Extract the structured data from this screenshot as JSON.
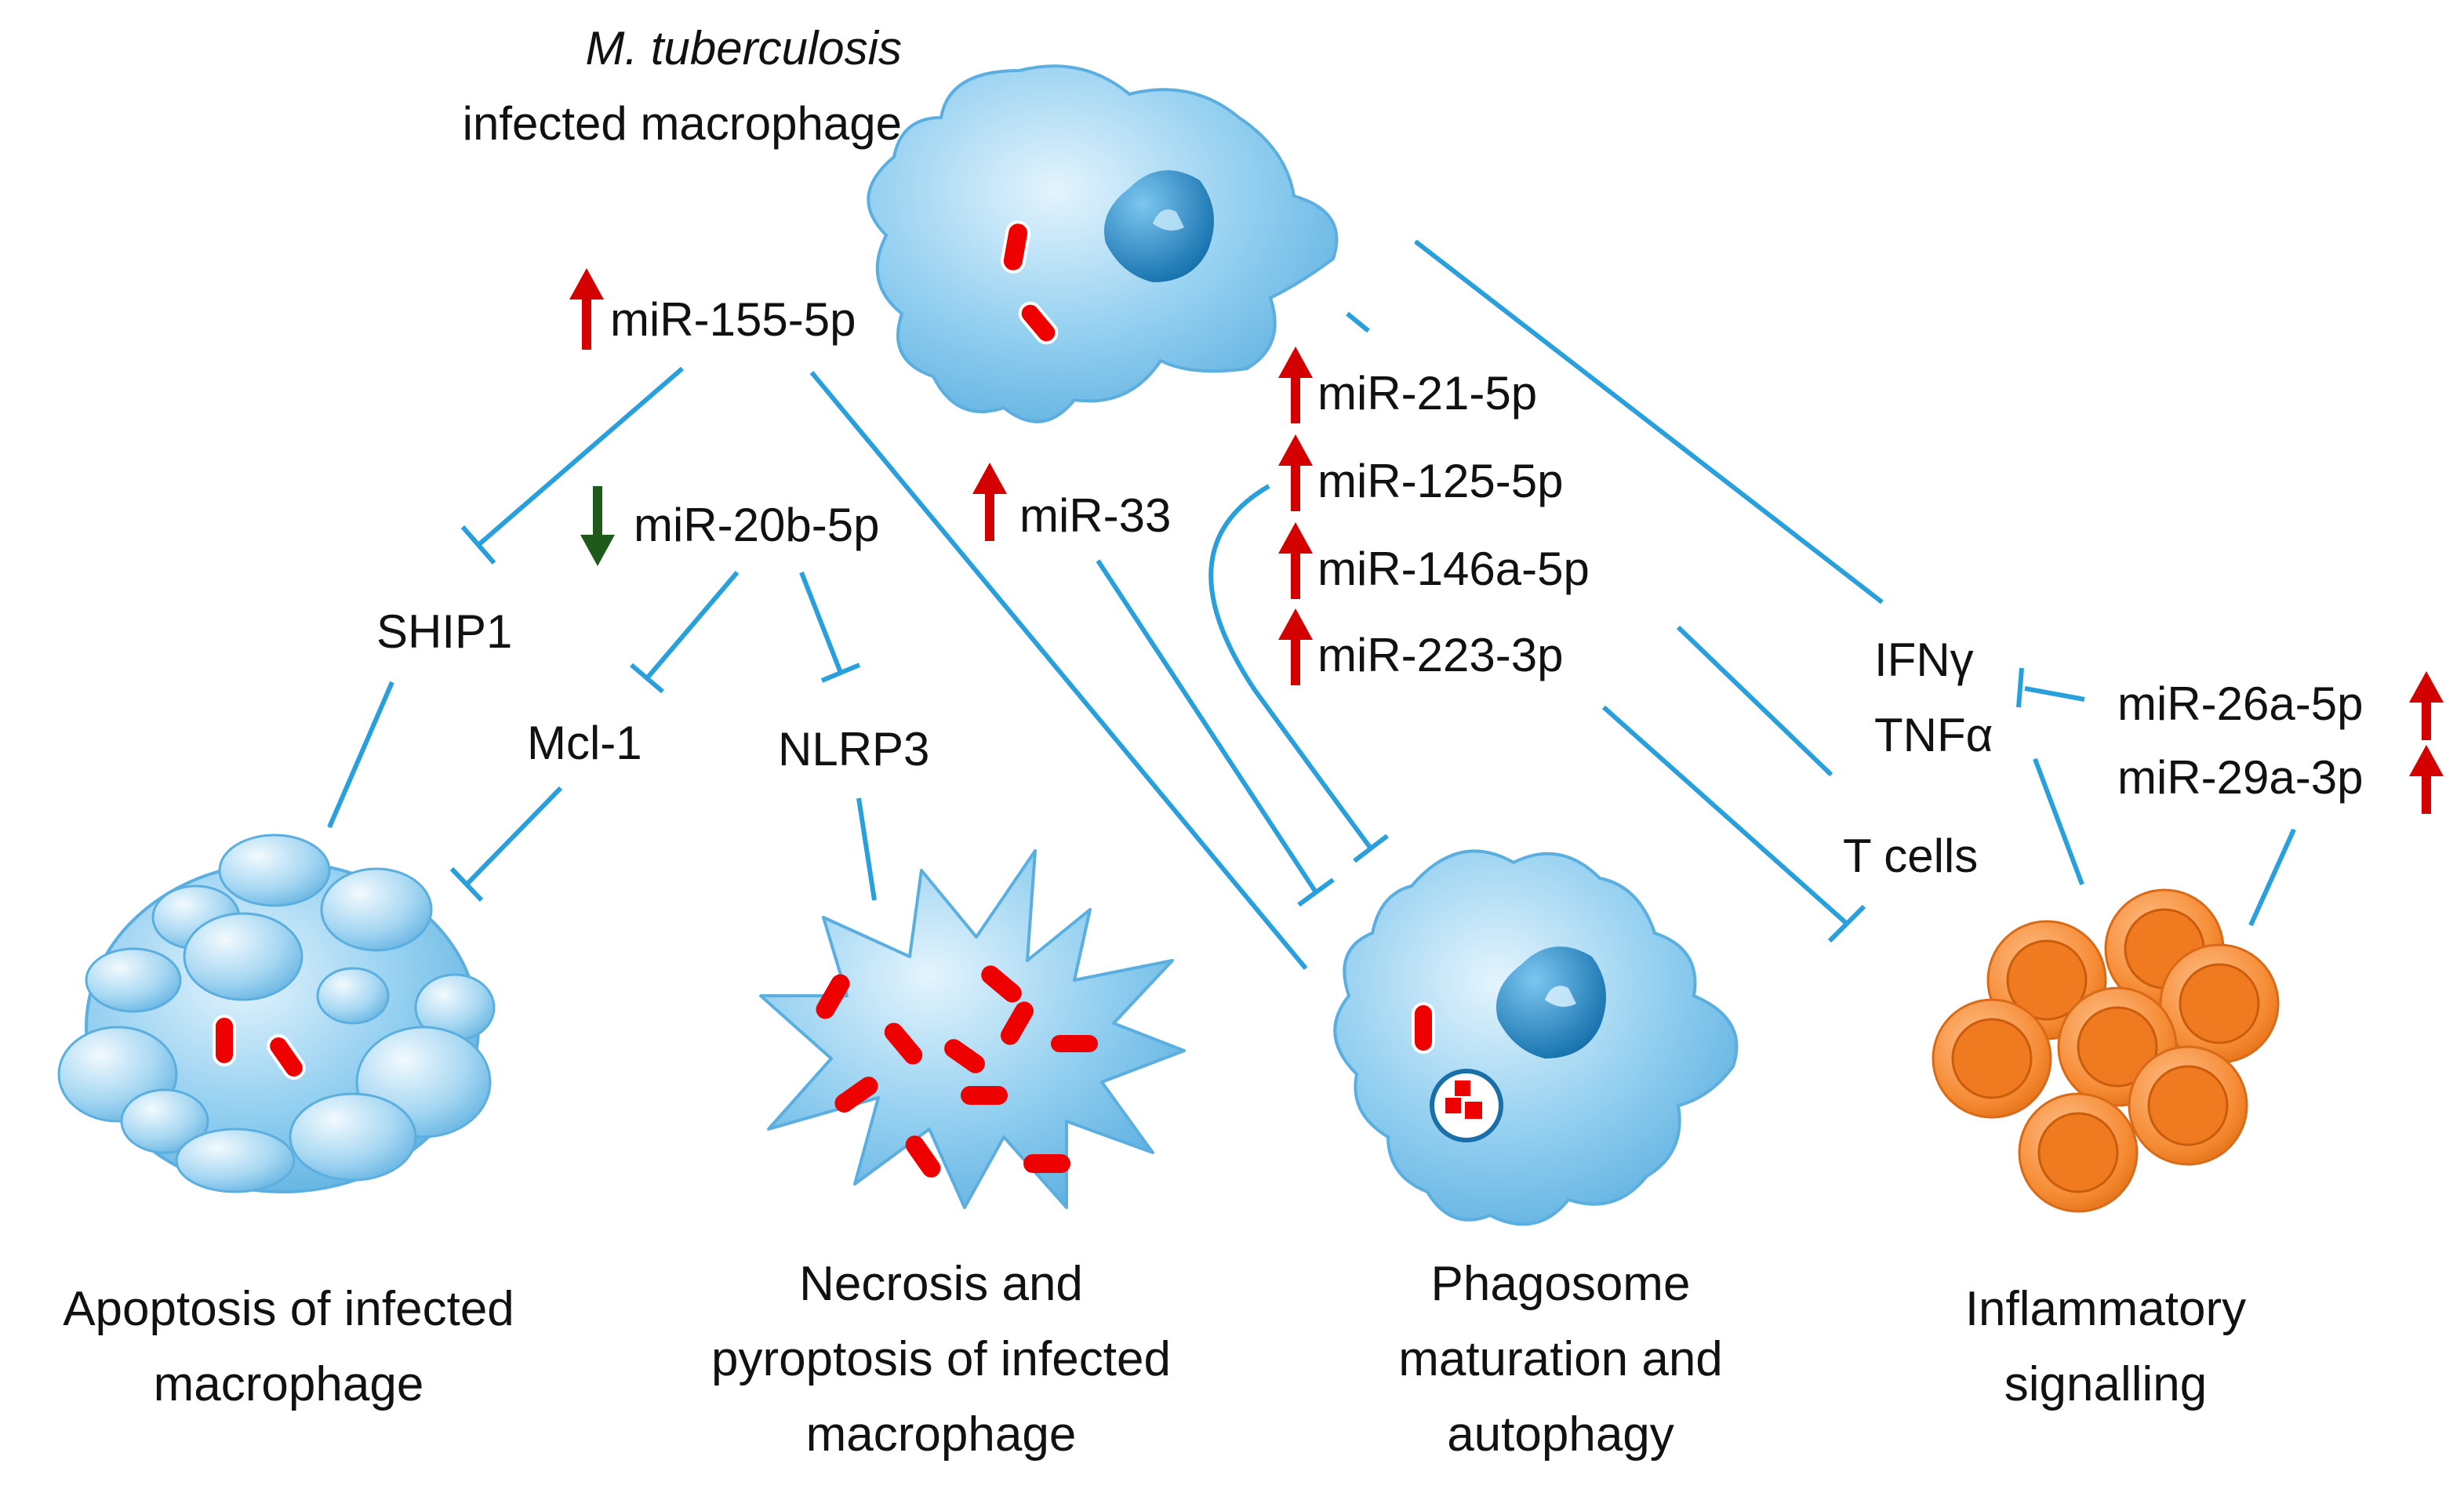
{
  "title": {
    "line1": "M. tuberculosis",
    "line2": "infected macrophage"
  },
  "mirnas": {
    "mir155": "miR-155-5p",
    "mir20b": "miR-20b-5p",
    "mir33": "miR-33",
    "mir21": "miR-21-5p",
    "mir125": "miR-125-5p",
    "mir146a": "miR-146a-5p",
    "mir223": "miR-223-3p",
    "mir26a": "miR-26a-5p",
    "mir29a": "miR-29a-3p"
  },
  "targets": {
    "ship1": "SHIP1",
    "mcl1": "Mcl-1",
    "nlrp3": "NLRP3",
    "ifng": "IFNγ",
    "tnfa": "TNFα",
    "tcells": "T cells"
  },
  "outcomes": {
    "apoptosis": [
      "Apoptosis of infected",
      "macrophage"
    ],
    "necrosis": [
      "Necrosis and",
      "pyroptosis of infected",
      "macrophage"
    ],
    "phagosome": [
      "Phagosome",
      "maturation and",
      "autophagy"
    ],
    "inflammatory": [
      "Inflammatory",
      "signalling"
    ]
  },
  "colors": {
    "connector": "#29a0db",
    "up_regulated": "#d40000",
    "down_regulated": "#1f5a1b",
    "cell_fill": "#8fcbec",
    "orange_cell": "#f58a33",
    "bacteria": "#ee0000"
  },
  "icons": [
    "infected-macrophage-icon",
    "apoptotic-cell-icon",
    "necrotic-cell-icon",
    "autophagy-macrophage-icon",
    "immune-cells-icon"
  ]
}
